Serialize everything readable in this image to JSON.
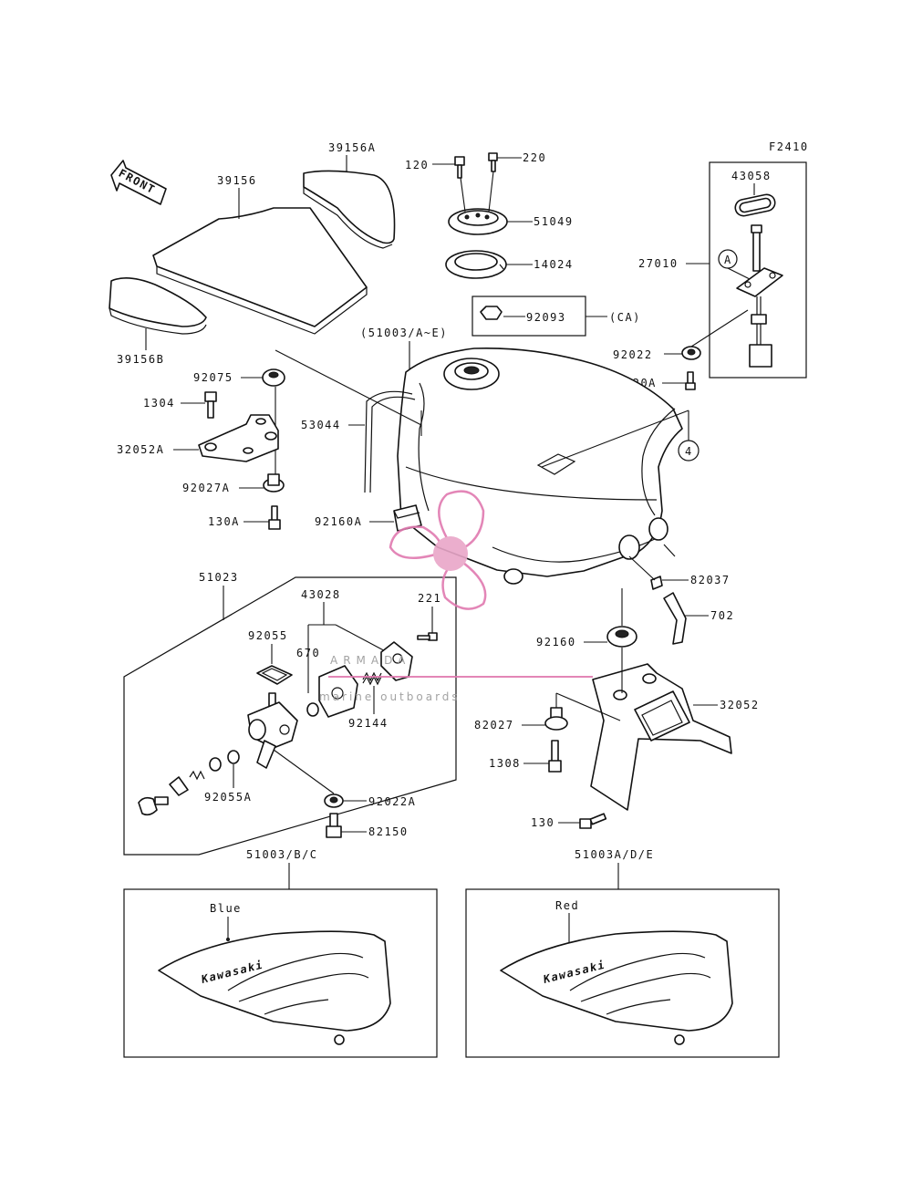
{
  "figure_code": "F2410",
  "front_label": "FRONT",
  "labels": {
    "p39156A": "39156A",
    "p39156": "39156",
    "p39156B": "39156B",
    "p120": "120",
    "p220": "220",
    "p51049": "51049",
    "p14024": "14024",
    "p92093": "92093",
    "ca": "(CA)",
    "p43058": "43058",
    "p27010": "27010",
    "markerA": "A",
    "p92022": "92022",
    "p220A": "220A",
    "p51003AE": "(51003/A~E)",
    "p92075": "92075",
    "p1304": "1304",
    "p53044": "53044",
    "p32052A": "32052A",
    "marker4": "4",
    "p92027A": "92027A",
    "p130A": "130A",
    "p92160A": "92160A",
    "p51023": "51023",
    "p82037": "82037",
    "p43028": "43028",
    "p221": "221",
    "p702": "702",
    "p92055": "92055",
    "p670": "670",
    "p92160": "92160",
    "p32052": "32052",
    "p92144": "92144",
    "p82027": "82027",
    "p1308": "1308",
    "p92055A": "92055A",
    "p92022A": "92022A",
    "p82150": "82150",
    "p130": "130",
    "p51003BC": "51003/B/C",
    "p51003ADE": "51003A/D/E",
    "blue": "Blue",
    "red": "Red",
    "brand_left": "Kawasaki",
    "brand_right": "Kawasaki"
  },
  "watermark": {
    "title": "ARMADA",
    "subtitle": "marine outboards",
    "color": "#e07ab0"
  }
}
